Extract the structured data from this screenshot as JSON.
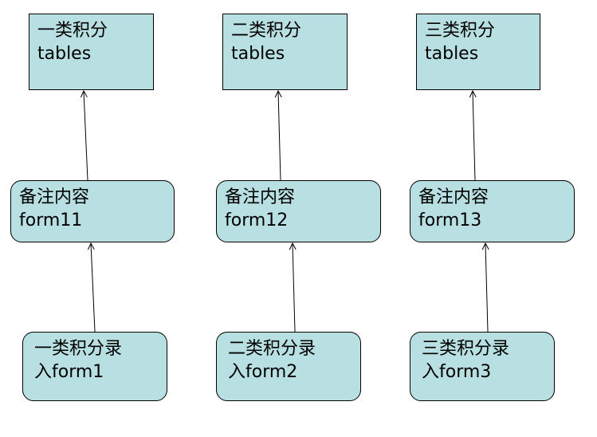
{
  "colors": {
    "box_fill": "#b8dfe1",
    "border": "#000000",
    "arrow": "#000000",
    "text": "#000000",
    "background": "#ffffff"
  },
  "columns": [
    {
      "table": {
        "line1": "一类积分",
        "line2": "tables"
      },
      "form": {
        "line1": "备注内容",
        "line2": "form11"
      },
      "entry": {
        "line1": "一类积分录",
        "line2": "入form1"
      }
    },
    {
      "table": {
        "line1": "二类积分",
        "line2": "tables"
      },
      "form": {
        "line1": "备注内容",
        "line2": "form12"
      },
      "entry": {
        "line1": "二类积分录",
        "line2": "入form2"
      }
    },
    {
      "table": {
        "line1": "三类积分",
        "line2": "tables"
      },
      "form": {
        "line1": "备注内容",
        "line2": "form13"
      },
      "entry": {
        "line1": "三类积分录",
        "line2": "入form3"
      }
    }
  ]
}
